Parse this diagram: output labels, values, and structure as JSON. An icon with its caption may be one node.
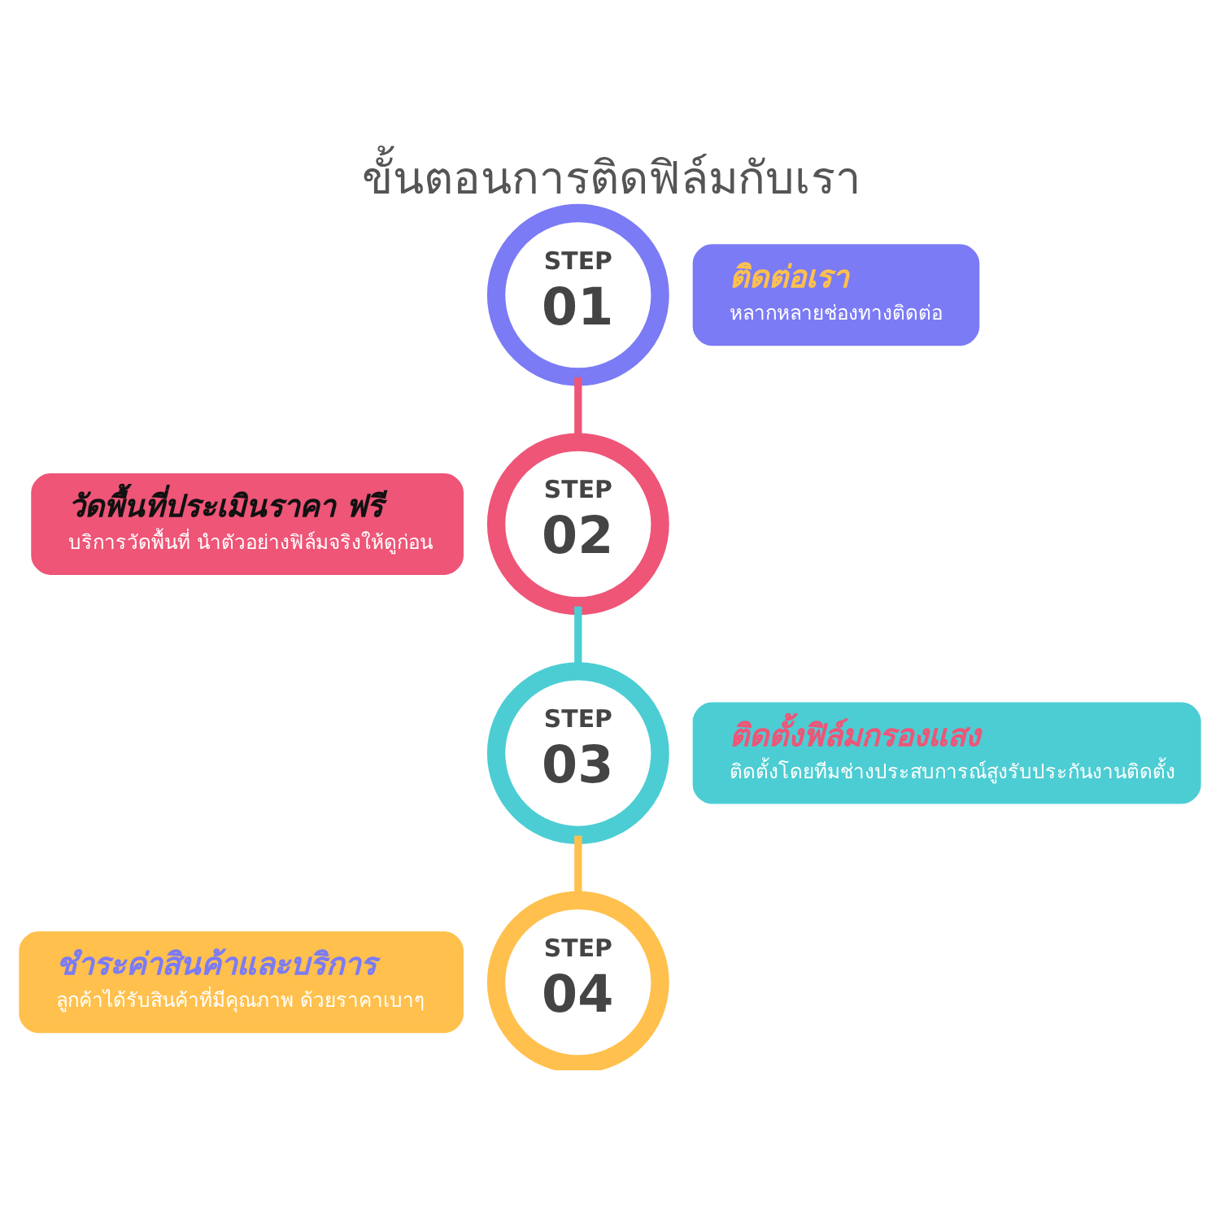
{
  "diagram": {
    "title": "ขั้นตอนการติดฟิล์มกับเรา",
    "nodes": [
      {
        "text": [
          "STEP",
          "01"
        ]
      },
      {
        "text": [
          "ติดต่อเรา",
          "หลากหลายช่องทางติดต่อ"
        ]
      },
      {
        "text": [
          "STEP",
          "02"
        ]
      },
      {
        "text": [
          "วัดพื้นที่ประเมินราคา ฟรี",
          "บริการวัดพื้นที่ นำตัวอย่างฟิล์มจริงให้ดูก่อน"
        ]
      },
      {
        "text": [
          "STEP",
          "03"
        ]
      },
      {
        "text": [
          "ติดตั้งฟิล์มกรองแสง",
          "ติดตั้งโดยทีมช่างประสบการณ์สูงรับประกันงานติดตั้ง"
        ]
      },
      {
        "text": [
          "STEP",
          "04"
        ]
      },
      {
        "text": [
          "ชำระค่าสินค้าและบริการ",
          "ลูกค้าได้รับสินค้าที่มีคุณภาพ ด้วยราคาเบาๆ"
        ]
      }
    ],
    "edges": [
      {
        "from": 0,
        "to": 2,
        "arrow": "none",
        "color": "#ee5577"
      },
      {
        "from": 2,
        "to": 4,
        "arrow": "none",
        "color": "#4ccdd3"
      },
      {
        "from": 4,
        "to": 6,
        "arrow": "none",
        "color": "#ffc04d"
      }
    ]
  }
}
